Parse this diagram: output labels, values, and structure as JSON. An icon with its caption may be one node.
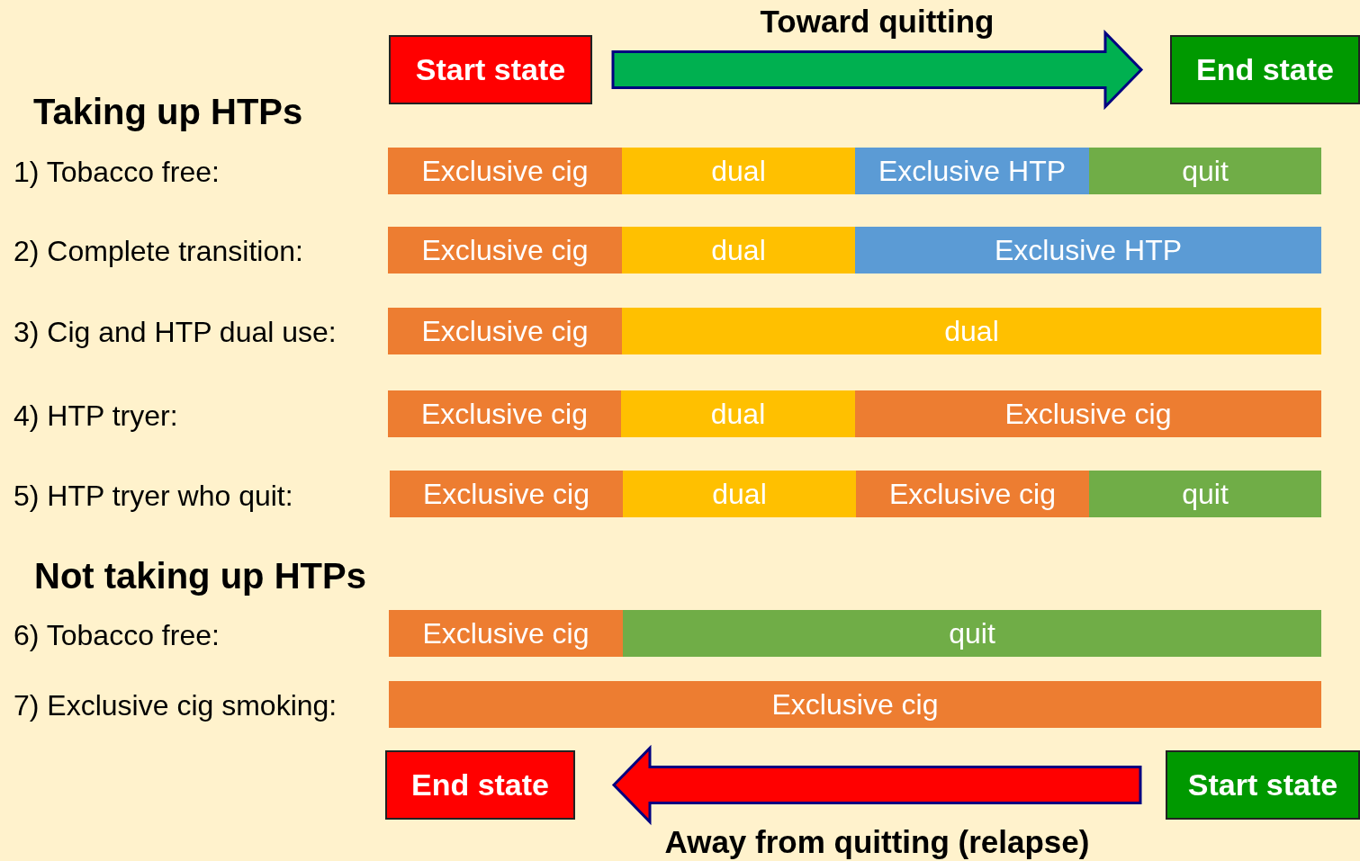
{
  "diagram": {
    "nodes": [
      {
        "text": [
          "Start state"
        ]
      },
      {
        "text": [
          "End state"
        ]
      },
      {
        "text": [
          "Exclusive cig"
        ]
      },
      {
        "text": [
          "dual"
        ]
      },
      {
        "text": [
          "Exclusive HTP"
        ]
      },
      {
        "text": [
          "quit"
        ]
      },
      {
        "text": [
          "Exclusive cig"
        ]
      },
      {
        "text": [
          "dual"
        ]
      },
      {
        "text": [
          "Exclusive HTP"
        ]
      },
      {
        "text": [
          "Exclusive cig"
        ]
      },
      {
        "text": [
          "dual"
        ]
      },
      {
        "text": [
          "Exclusive cig"
        ]
      },
      {
        "text": [
          "dual"
        ]
      },
      {
        "text": [
          "Exclusive cig"
        ]
      },
      {
        "text": [
          "Exclusive cig"
        ]
      },
      {
        "text": [
          "dual"
        ]
      },
      {
        "text": [
          "Exclusive cig"
        ]
      },
      {
        "text": [
          "quit"
        ]
      },
      {
        "text": [
          "Exclusive cig"
        ]
      },
      {
        "text": [
          "quit"
        ]
      },
      {
        "text": [
          "Exclusive cig"
        ]
      },
      {
        "text": [
          "End state"
        ]
      },
      {
        "text": [
          "Start state"
        ]
      }
    ],
    "edges": [
      {
        "from": 0,
        "to": 1,
        "arrow": "to",
        "label": "Toward quitting",
        "color": "#00b050"
      },
      {
        "from": 22,
        "to": 21,
        "arrow": "to",
        "label": "Away from quitting (relapse)",
        "color": "#ff0000"
      }
    ],
    "labels": [
      "Taking up HTPs",
      "1) Tobacco free:",
      "2) Complete transition:",
      "3) Cig and HTP dual use:",
      "4) HTP tryer:",
      "5) HTP tryer who quit:",
      "Not taking up HTPs",
      "6) Tobacco free:",
      "7) Exclusive cig smoking:"
    ]
  }
}
